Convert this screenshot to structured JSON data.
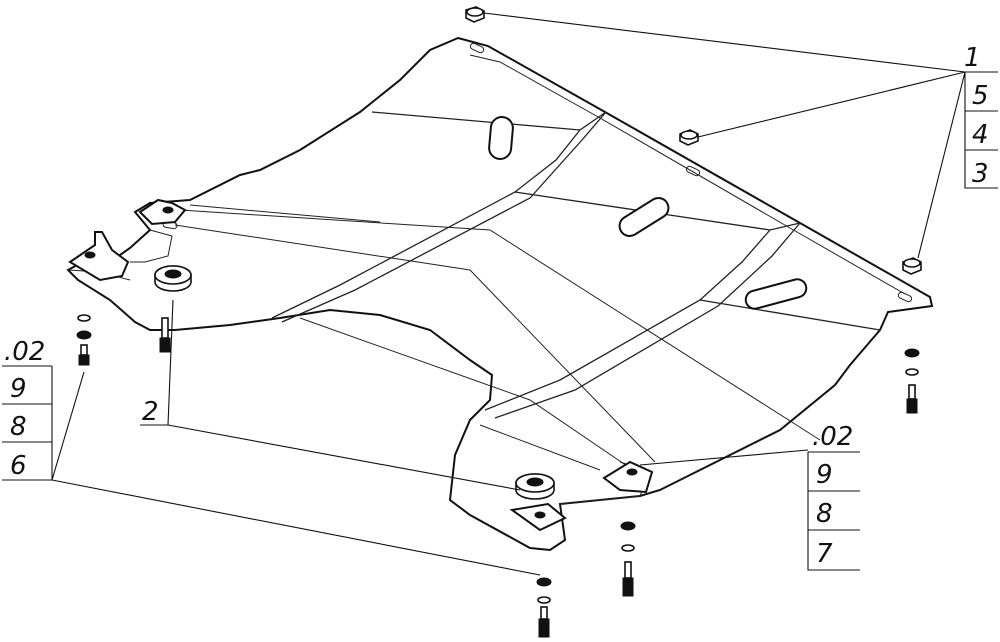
{
  "callouts": {
    "top_right": {
      "head": "1",
      "rows": [
        "5",
        "4",
        "3"
      ]
    },
    "left": {
      "head": ".02",
      "rows": [
        "9",
        "8",
        "6"
      ]
    },
    "middle": {
      "head": "2"
    },
    "bottom_right": {
      "head": ".02",
      "rows": [
        "9",
        "8",
        "7"
      ]
    }
  }
}
